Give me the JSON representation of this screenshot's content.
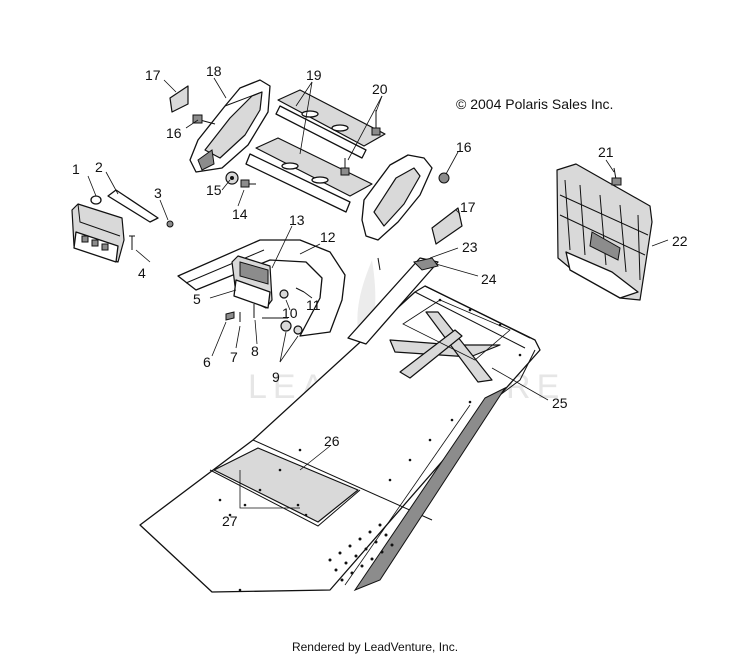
{
  "copyright": "© 2004 Polaris Sales Inc.",
  "watermark": "LEADVENTURE",
  "footer": "Rendered by LeadVenture, Inc.",
  "callouts": [
    "1",
    "2",
    "3",
    "4",
    "5",
    "6",
    "7",
    "8",
    "9",
    "10",
    "11",
    "12",
    "13",
    "14",
    "15",
    "16",
    "16",
    "17",
    "17",
    "18",
    "19",
    "20",
    "21",
    "22",
    "23",
    "24",
    "25",
    "26",
    "27"
  ]
}
